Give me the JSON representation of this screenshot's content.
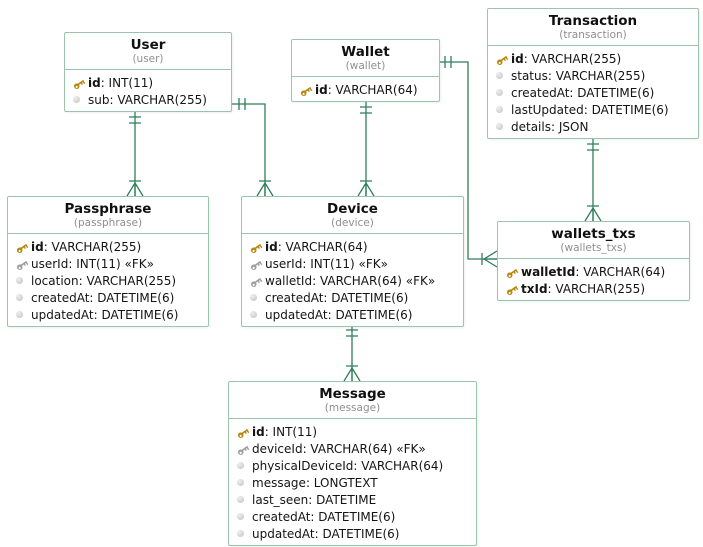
{
  "colors": {
    "box_border": "#9cc4ab",
    "relationship_line": "#2f7e5b",
    "primary_key": "#b8860b",
    "foreign_key": "#9e9e9e",
    "column_dot": "#d2d2d2",
    "subtitle_text": "#8f8f8f"
  },
  "tables": {
    "user": {
      "title": "User",
      "subtitle": "(user)",
      "columns": [
        {
          "icon": "pk",
          "name": "id",
          "detail": "INT(11)"
        },
        {
          "icon": "col",
          "name": "sub",
          "detail": "VARCHAR(255)"
        }
      ]
    },
    "wallet": {
      "title": "Wallet",
      "subtitle": "(wallet)",
      "columns": [
        {
          "icon": "pk",
          "name": "id",
          "detail": "VARCHAR(64)"
        }
      ]
    },
    "transaction": {
      "title": "Transaction",
      "subtitle": "(transaction)",
      "columns": [
        {
          "icon": "pk",
          "name": "id",
          "detail": "VARCHAR(255)"
        },
        {
          "icon": "col",
          "name": "status",
          "detail": "VARCHAR(255)"
        },
        {
          "icon": "col",
          "name": "createdAt",
          "detail": "DATETIME(6)"
        },
        {
          "icon": "col",
          "name": "lastUpdated",
          "detail": "DATETIME(6)"
        },
        {
          "icon": "col",
          "name": "details",
          "detail": "JSON"
        }
      ]
    },
    "passphrase": {
      "title": "Passphrase",
      "subtitle": "(passphrase)",
      "columns": [
        {
          "icon": "pk",
          "name": "id",
          "detail": "VARCHAR(255)"
        },
        {
          "icon": "fk",
          "name": "userId",
          "detail": "INT(11) «FK»"
        },
        {
          "icon": "col",
          "name": "location",
          "detail": "VARCHAR(255)"
        },
        {
          "icon": "col",
          "name": "createdAt",
          "detail": "DATETIME(6)"
        },
        {
          "icon": "col",
          "name": "updatedAt",
          "detail": "DATETIME(6)"
        }
      ]
    },
    "device": {
      "title": "Device",
      "subtitle": "(device)",
      "columns": [
        {
          "icon": "pk",
          "name": "id",
          "detail": "VARCHAR(64)"
        },
        {
          "icon": "fk",
          "name": "userId",
          "detail": "INT(11) «FK»"
        },
        {
          "icon": "fk",
          "name": "walletId",
          "detail": "VARCHAR(64) «FK»"
        },
        {
          "icon": "col",
          "name": "createdAt",
          "detail": "DATETIME(6)"
        },
        {
          "icon": "col",
          "name": "updatedAt",
          "detail": "DATETIME(6)"
        }
      ]
    },
    "wallets_txs": {
      "title": "wallets_txs",
      "subtitle": "(wallets_txs)",
      "columns": [
        {
          "icon": "pk",
          "name": "walletId",
          "detail": "VARCHAR(64)"
        },
        {
          "icon": "pk",
          "name": "txId",
          "detail": "VARCHAR(255)"
        }
      ]
    },
    "message": {
      "title": "Message",
      "subtitle": "(message)",
      "columns": [
        {
          "icon": "pk",
          "name": "id",
          "detail": "INT(11)"
        },
        {
          "icon": "fk",
          "name": "deviceId",
          "detail": "VARCHAR(64) «FK»"
        },
        {
          "icon": "col",
          "name": "physicalDeviceId",
          "detail": "VARCHAR(64)"
        },
        {
          "icon": "col",
          "name": "message",
          "detail": "LONGTEXT"
        },
        {
          "icon": "col",
          "name": "last_seen",
          "detail": "DATETIME"
        },
        {
          "icon": "col",
          "name": "createdAt",
          "detail": "DATETIME(6)"
        },
        {
          "icon": "col",
          "name": "updatedAt",
          "detail": "DATETIME(6)"
        }
      ]
    }
  },
  "relationships": [
    {
      "from": "User",
      "to": "Passphrase",
      "cardinality": "one-to-many"
    },
    {
      "from": "User",
      "to": "Device",
      "cardinality": "one-to-many"
    },
    {
      "from": "Wallet",
      "to": "Device",
      "cardinality": "one-to-many"
    },
    {
      "from": "Wallet",
      "to": "wallets_txs",
      "cardinality": "one-to-many"
    },
    {
      "from": "Transaction",
      "to": "wallets_txs",
      "cardinality": "one-to-many"
    },
    {
      "from": "Device",
      "to": "Message",
      "cardinality": "one-to-many"
    }
  ]
}
